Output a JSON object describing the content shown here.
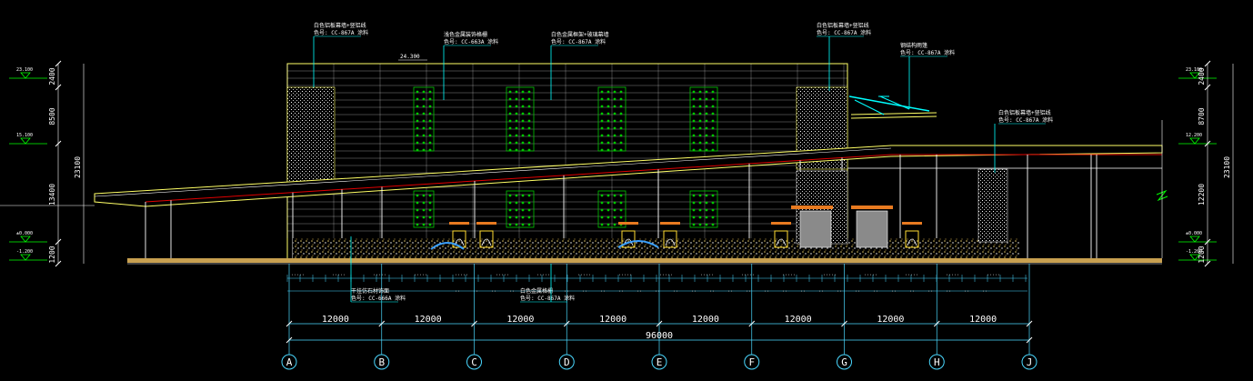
{
  "drawing": {
    "axis_labels": [
      "A",
      "B",
      "C",
      "D",
      "E",
      "F",
      "G",
      "H",
      "J"
    ],
    "span_labels": [
      "12000",
      "12000",
      "12000",
      "12000",
      "12000",
      "12000",
      "12000",
      "12000"
    ],
    "total_label": "96000",
    "left_dims": [
      "2400",
      "8500",
      "23100",
      "13400",
      "1200"
    ],
    "right_dims": [
      "2400",
      "8700",
      "23100",
      "12200",
      "1200"
    ],
    "left_levels": [
      "23.100",
      "15.100",
      "±0.000",
      "-1.200"
    ],
    "right_levels": [
      "23.100",
      "12.200",
      "±0.000",
      "-1.200"
    ],
    "roof_level": "24.300",
    "callouts": [
      {
        "line1": "白色铝板幕墙+竖铝线",
        "line2": "色号: CC-867A 涂料"
      },
      {
        "line1": "浅色金属装饰格栅",
        "line2": "色号: CC-663A 涂料"
      },
      {
        "line1": "白色金属框架+玻璃幕墙",
        "line2": "色号: CC-867A 涂料"
      },
      {
        "line1": "白色铝板幕墙+竖铝线",
        "line2": "色号: CC-867A 涂料"
      },
      {
        "line1": "钢结构雨篷",
        "line2": "色号: CC-867A 涂料"
      },
      {
        "line1": "白色铝板幕墙+竖铝线",
        "line2": "色号: CC-867A 涂料"
      },
      {
        "line1": "干挂仿石材饰面",
        "line2": "色号: CC-666A 涂料"
      },
      {
        "line1": "白色金属格栅",
        "line2": "色号: CC-867A 涂料"
      }
    ]
  },
  "colors": {
    "background": "#000000",
    "outline": "#ffffff",
    "facade": "#ffff66",
    "callout": "#00ffff",
    "greenery": "#00c800",
    "ground": "#c8a050",
    "datum": "#e00000",
    "levels": "#00ff00",
    "dims": "#4ad8ff"
  }
}
